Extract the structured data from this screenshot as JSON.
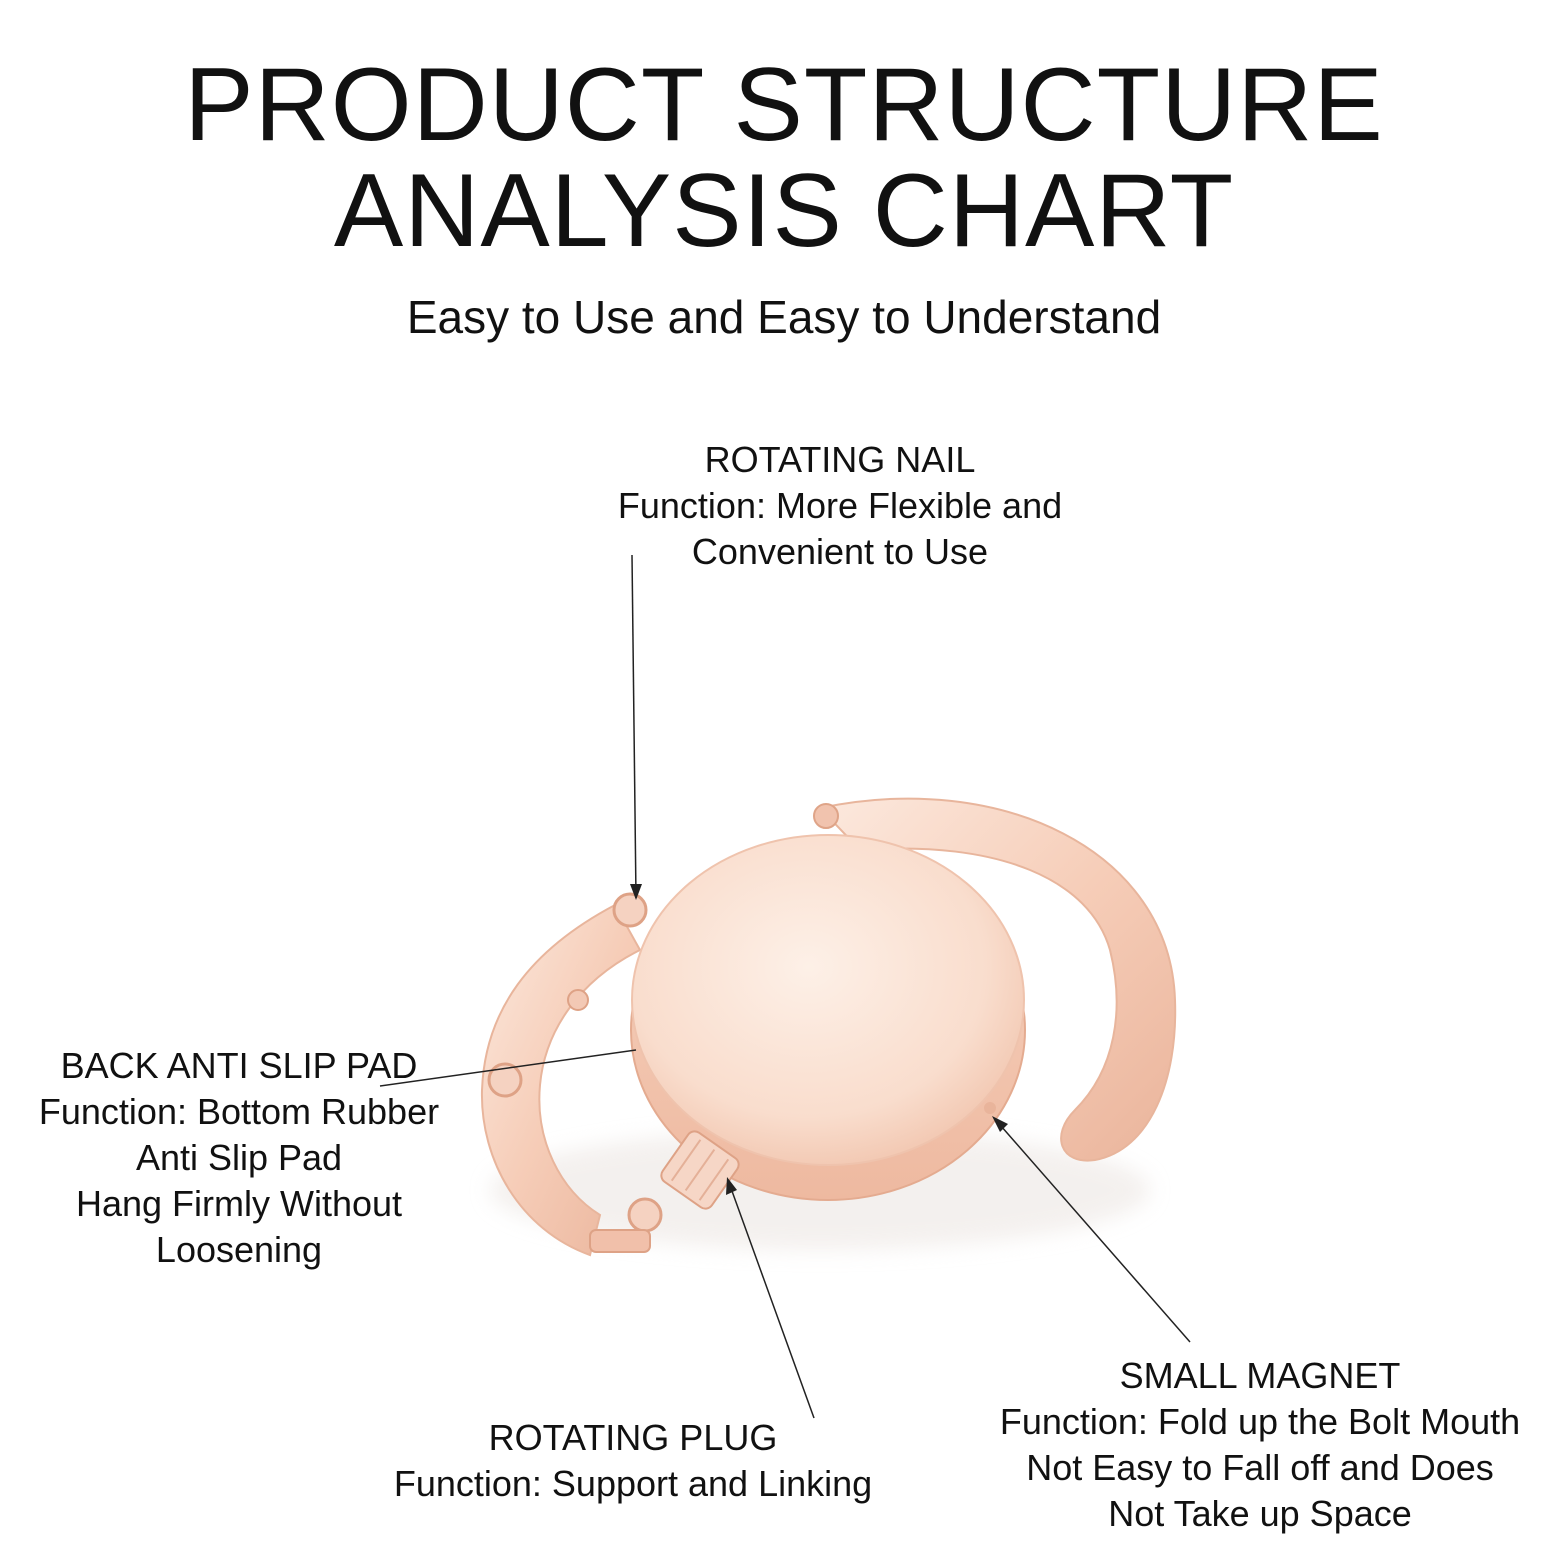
{
  "header": {
    "title_line1": "PRODUCT STRUCTURE",
    "title_line2": "ANALYSIS CHART",
    "subtitle": "Easy to Use and Easy to Understand"
  },
  "callouts": {
    "rotating_nail": {
      "name": "ROTATING NAIL",
      "line1": "Function: More Flexible and",
      "line2": "Convenient to Use"
    },
    "back_pad": {
      "name": "BACK ANTI SLIP PAD",
      "line1": "Function: Bottom Rubber",
      "line2": "Anti Slip Pad",
      "line3": "Hang Firmly Without",
      "line4": "Loosening"
    },
    "rotating_plug": {
      "name": "ROTATING PLUG",
      "line1": "Function: Support and Linking"
    },
    "small_magnet": {
      "name": "SMALL MAGNET",
      "line1": "Function: Fold up the Bolt Mouth",
      "line2": "Not Easy to Fall off and Does",
      "line3": "Not Take up Space"
    }
  },
  "colors": {
    "rose_gold": "#f4c9b4",
    "rose_gold_light": "#fbe6da",
    "rose_gold_dark": "#e3a98f",
    "leader_line": "#222222"
  }
}
